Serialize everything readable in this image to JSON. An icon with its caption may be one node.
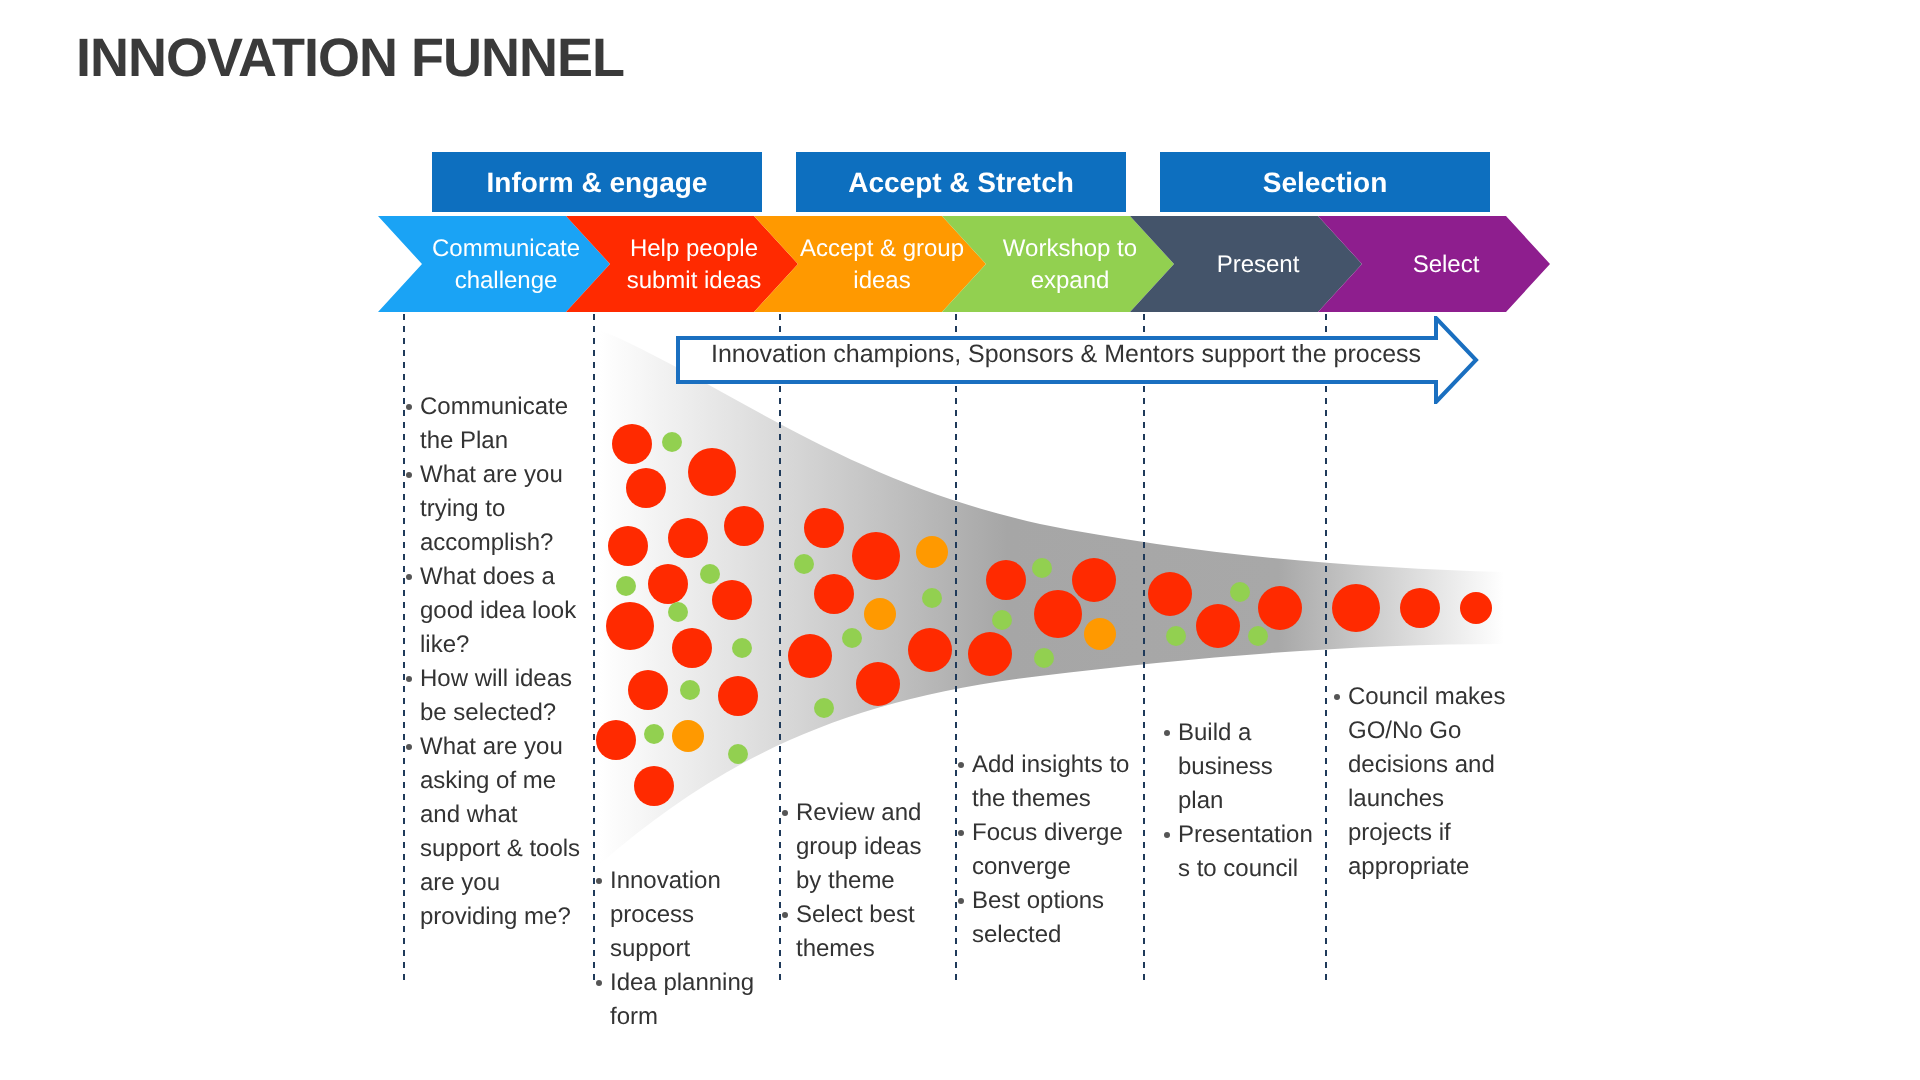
{
  "diagram": {
    "title": "INNOVATION FUNNEL",
    "nodes": [
      {
        "text": [
          "Inform & engage"
        ]
      },
      {
        "text": [
          "Accept & Stretch"
        ]
      },
      {
        "text": [
          "Selection"
        ]
      },
      {
        "text": [
          "Communicate challenge"
        ]
      },
      {
        "text": [
          "Help people submit ideas"
        ]
      },
      {
        "text": [
          "Accept & group ideas"
        ]
      },
      {
        "text": [
          "Workshop to expand"
        ]
      },
      {
        "text": [
          "Present"
        ]
      },
      {
        "text": [
          "Select"
        ]
      },
      {
        "text": [
          "Innovation champions, Sponsors & Mentors support the process"
        ]
      }
    ],
    "labels": [
      "Communicate the Plan",
      "What are you trying to accomplish?",
      "What does a good idea look like?",
      "How will ideas be selected?",
      "What are you asking of me and what support & tools are you providing me?",
      "Innovation process support",
      "Idea planning form",
      "Review and group ideas by theme",
      "Select best themes",
      "Add insights to the themes",
      "Focus diverge converge",
      "Best options selected",
      "Build a business plan",
      "Presentations to council",
      "Council makes GO/No Go decisions and launches projects if appropriate"
    ]
  }
}
